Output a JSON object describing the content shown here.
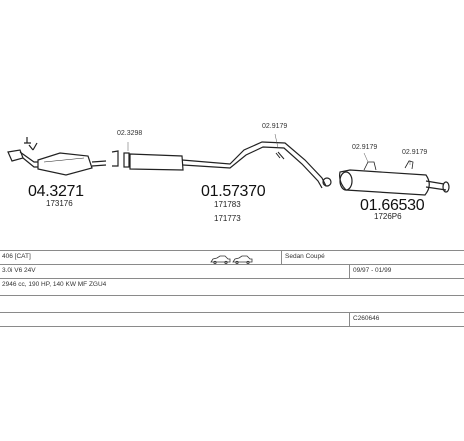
{
  "parts": {
    "p1": {
      "number": "04.3271",
      "ref": "173176"
    },
    "p2": {
      "number": "01.57370",
      "ref1": "171783",
      "ref2": "171773"
    },
    "p3": {
      "number": "01.66530",
      "ref": "1726P6"
    },
    "clamps": {
      "c1": "02.3298",
      "c2": "02.9179",
      "c3": "02.9179",
      "c4": "02.9179"
    }
  },
  "info": {
    "model": "406 [CAT]",
    "body": "Sedan Coupé",
    "engine_code": "3.0i V6 24V",
    "years": "09/97 - 01/99",
    "engine_spec": "2946 cc, 190 HP, 140 KW MF ZGU4",
    "code": "C260646"
  },
  "icons": {
    "car": "car-icon"
  }
}
